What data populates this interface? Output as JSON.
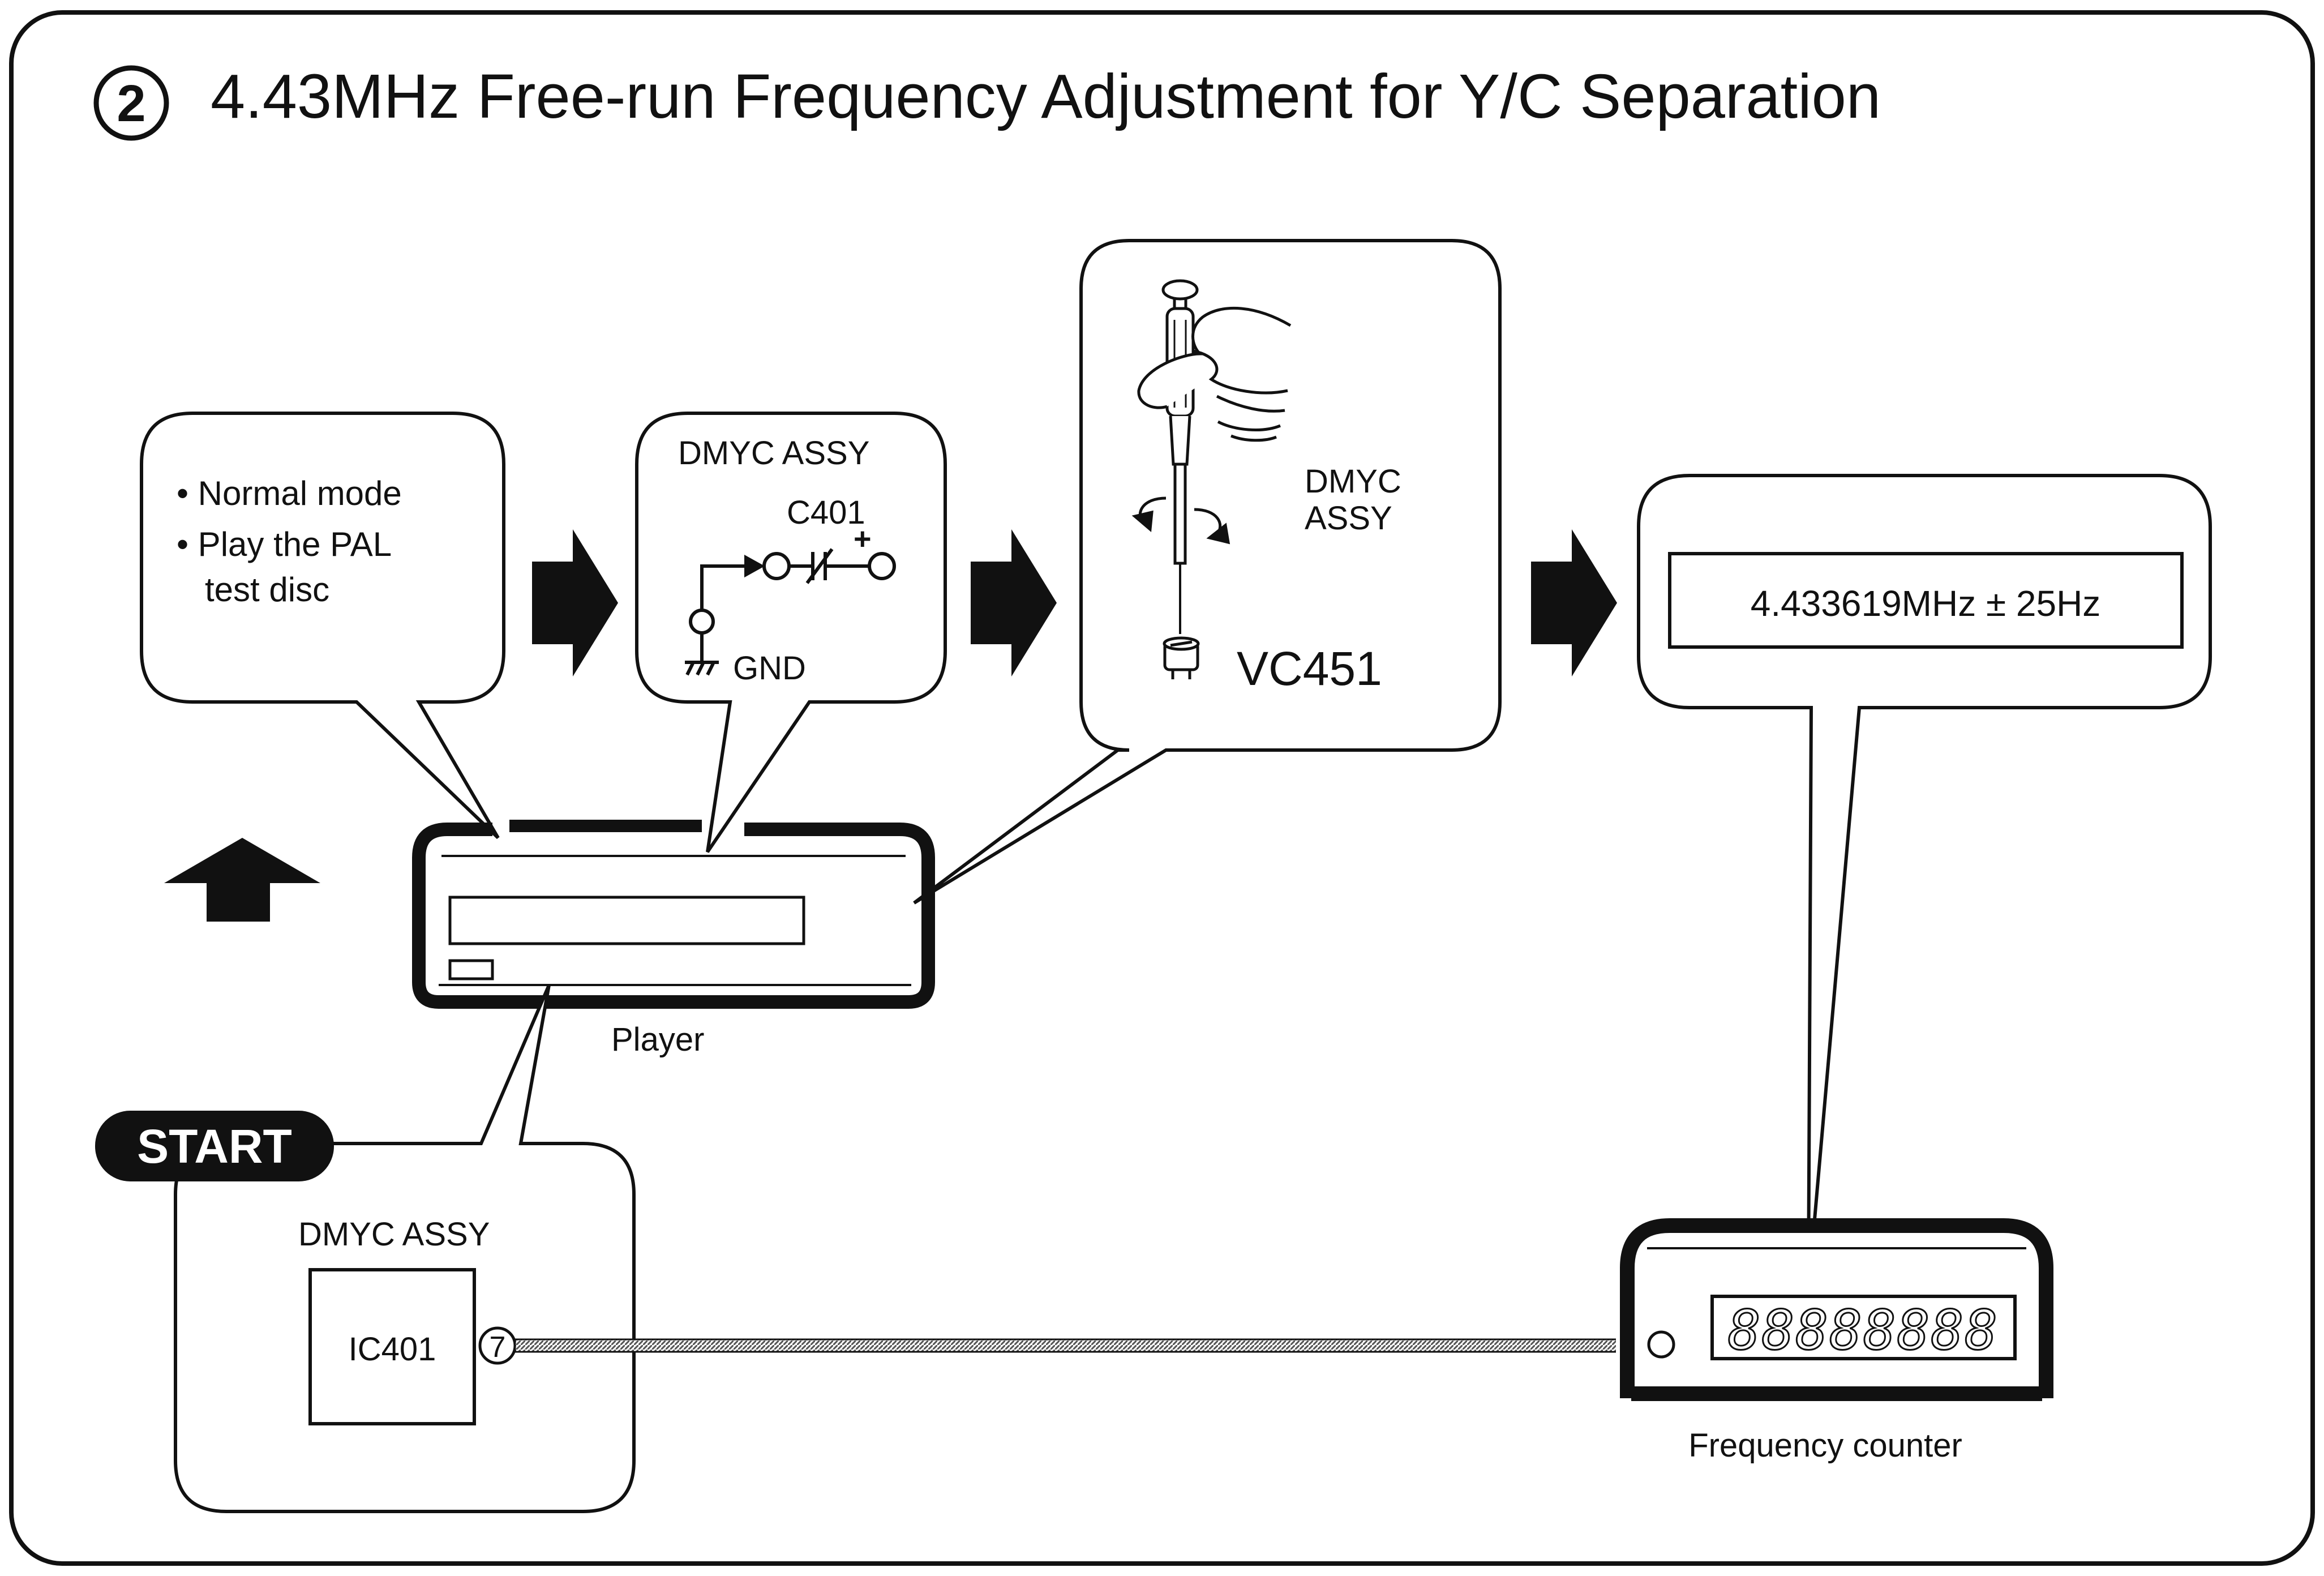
{
  "title": {
    "step_number": "2",
    "text": "4.43MHz Free-run Frequency Adjustment for Y/C Separation"
  },
  "mode_box": {
    "line1": "• Normal mode",
    "line2": "• Play the PAL",
    "line3": "test disc"
  },
  "dmyc_box": {
    "heading": "DMYC ASSY",
    "component": "C401",
    "polarity": "+",
    "ground": "GND"
  },
  "adjust_box": {
    "assy_line1": "DMYC",
    "assy_line2": "ASSY",
    "component": "VC451"
  },
  "target_box": {
    "value": "4.433619MHz ±  25Hz"
  },
  "player": {
    "label": "Player"
  },
  "start": {
    "badge": "START",
    "heading": "DMYC ASSY",
    "ic": "IC401",
    "pin": "7"
  },
  "counter": {
    "display": "88888888",
    "label": "Frequency counter"
  },
  "colors": {
    "ink": "#111111",
    "paper": "#ffffff",
    "cable": "#8a8a8a"
  }
}
